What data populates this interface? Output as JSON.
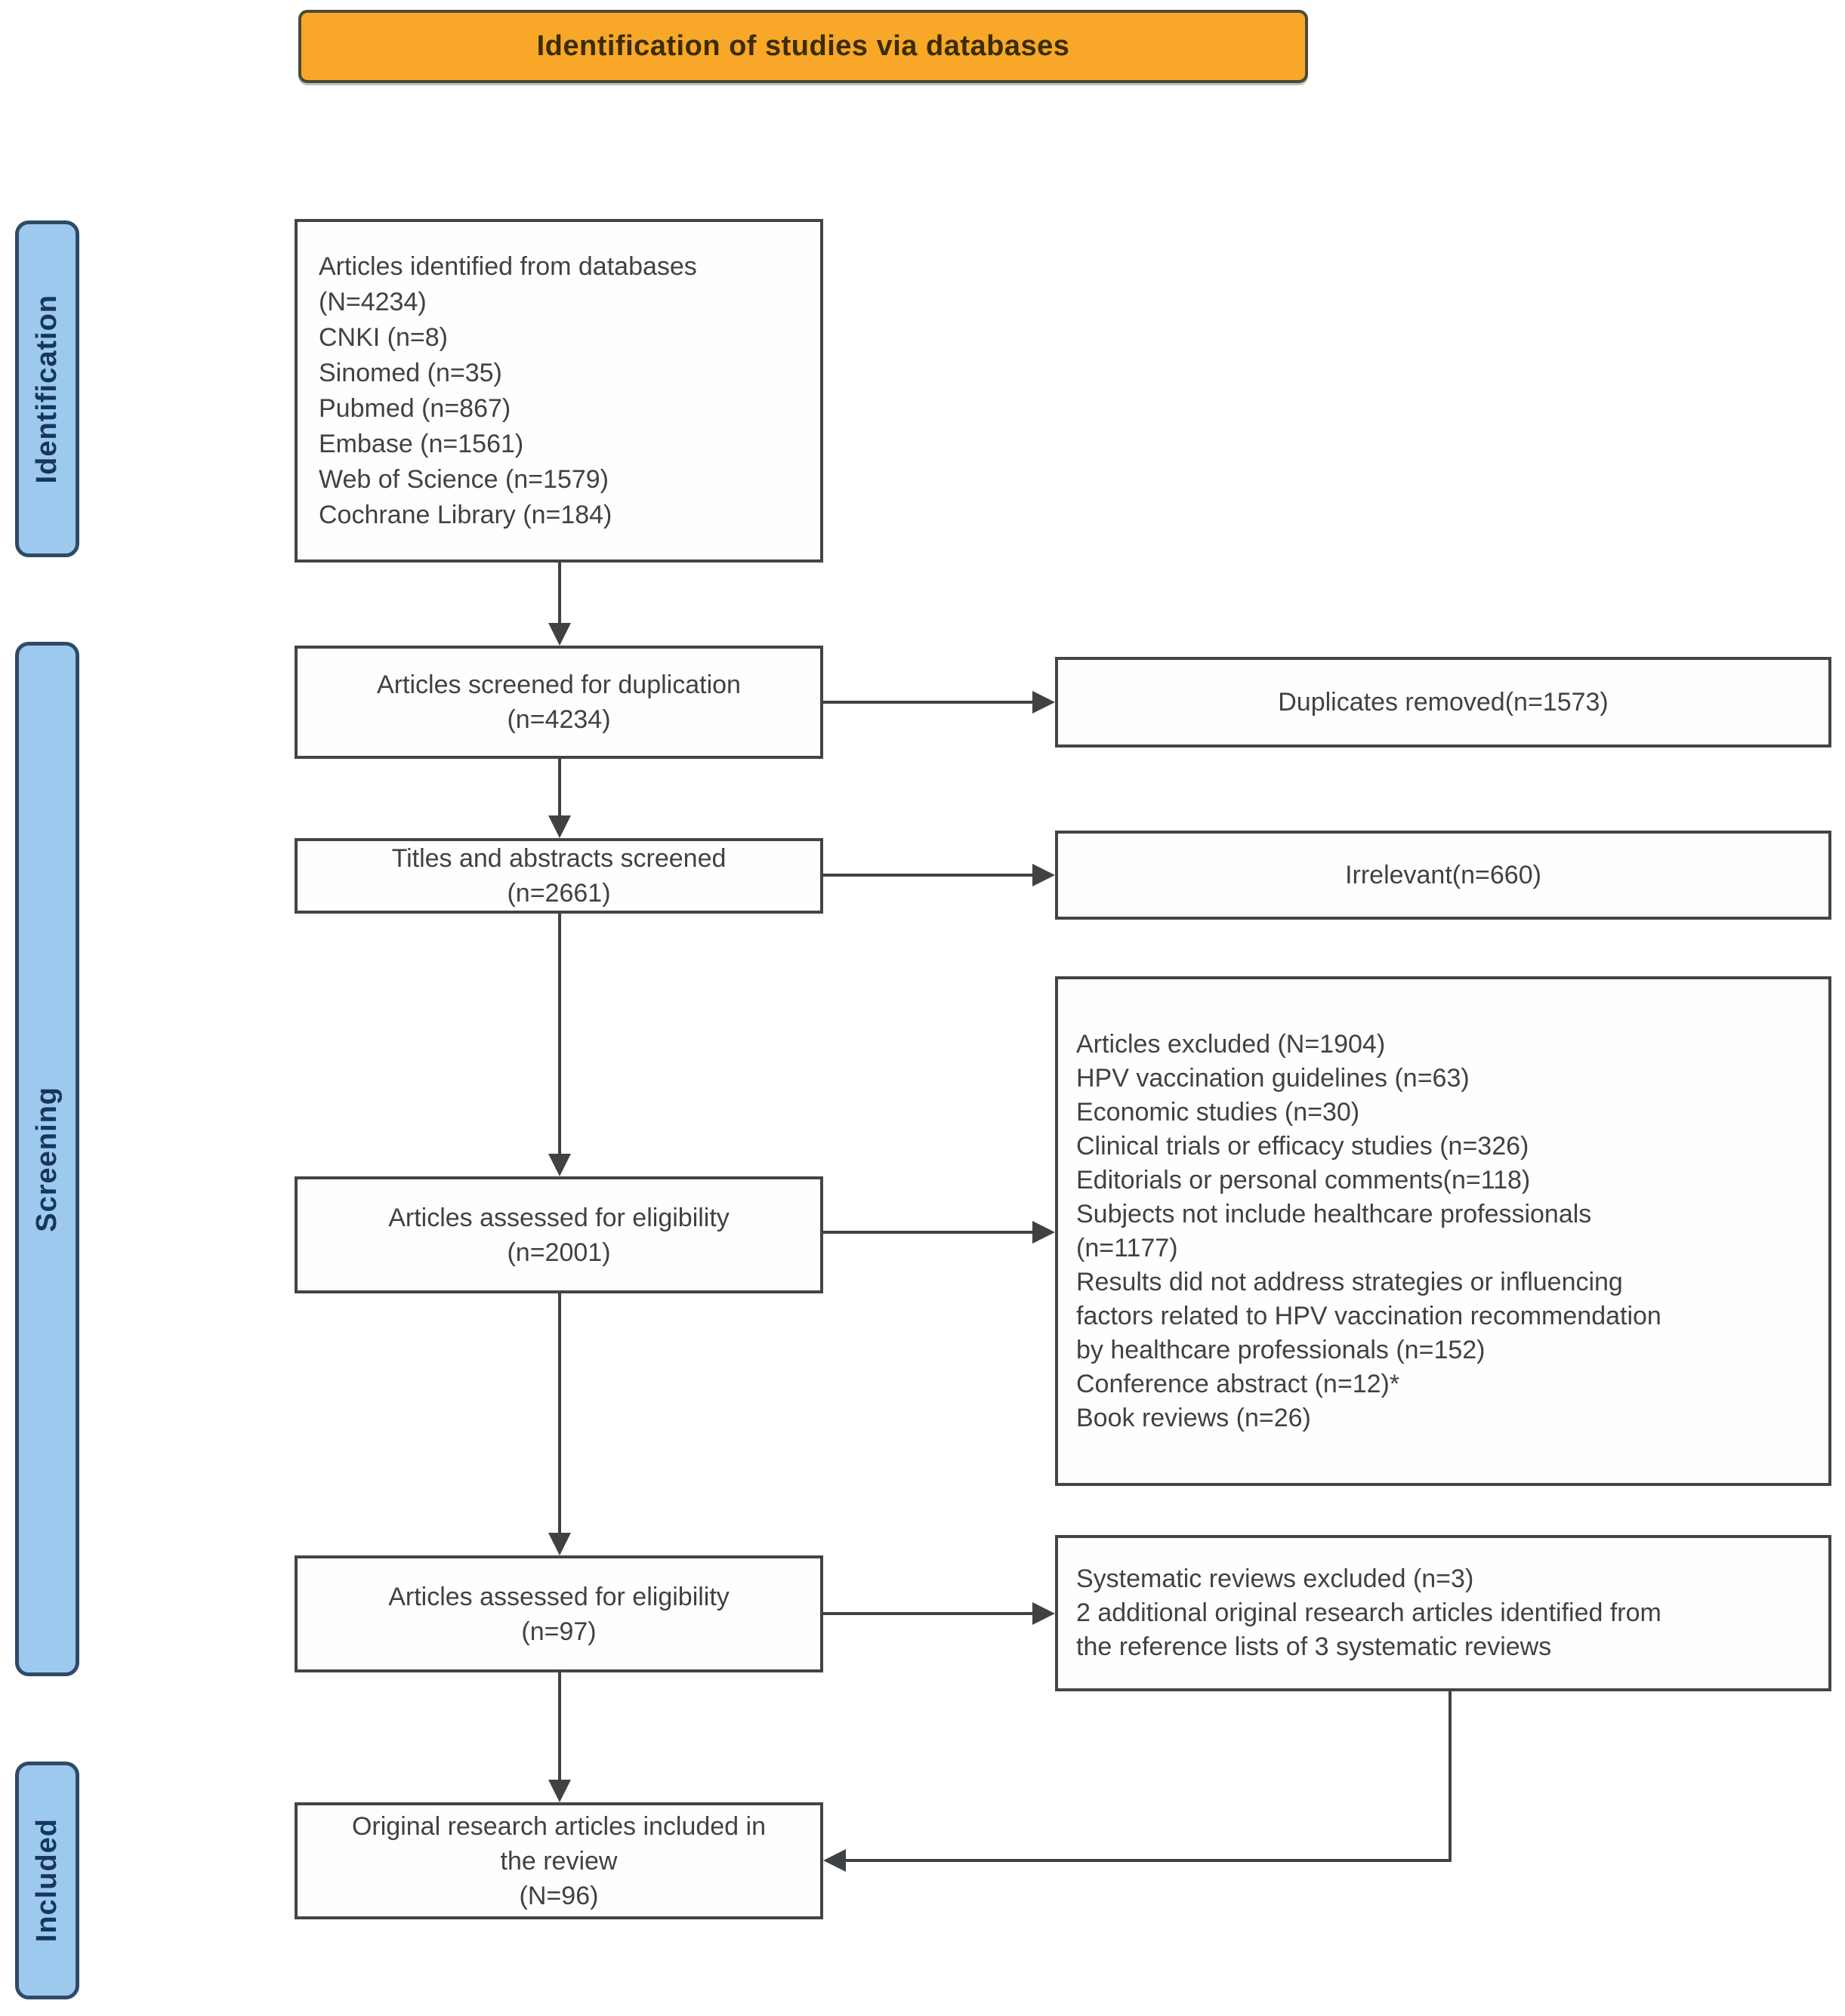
{
  "banner": {
    "label": "Identification of studies via databases"
  },
  "stages": {
    "identification": "Identification",
    "screening": "Screening",
    "included": "Included"
  },
  "flow": {
    "identified": "Articles identified from databases\n(N=4234)\nCNKI (n=8)\nSinomed (n=35)\nPubmed (n=867)\nEmbase (n=1561)\nWeb of Science (n=1579)\nCochrane Library (n=184)",
    "screened_duplication": "Articles screened for duplication\n(n=4234)",
    "titles_abstracts": "Titles and abstracts screened\n(n=2661)",
    "assessed_2001": "Articles assessed for eligibility\n(n=2001)",
    "assessed_97": "Articles assessed for eligibility\n(n=97)",
    "included_final": "Original research articles included in\nthe review\n(N=96)",
    "duplicates_removed": "Duplicates removed(n=1573)",
    "irrelevant": "Irrelevant(n=660)",
    "excluded": "Articles excluded (N=1904)\nHPV vaccination guidelines (n=63)\nEconomic studies (n=30)\nClinical trials or efficacy studies (n=326)\nEditorials or personal comments(n=118)\nSubjects not include healthcare professionals\n(n=1177)\nResults did not address strategies or influencing\nfactors related to HPV vaccination recommendation\nby healthcare professionals (n=152)\nConference abstract (n=12)*\nBook reviews (n=26)",
    "systematic_excluded": "Systematic reviews excluded (n=3)\n2 additional original research articles identified from\nthe reference lists of 3 systematic reviews"
  },
  "colors": {
    "banner_bg": "#F9A728",
    "banner_border": "#4A4A3A",
    "banner_text": "#3A2D00",
    "stage_bg": "#9DC9EF",
    "stage_border": "#2E4A66",
    "stage_text": "#17365D",
    "box_border": "#424548",
    "box_bg": "#FEFEFE",
    "arrow": "#3F4245",
    "body_text": "#3F4245"
  }
}
